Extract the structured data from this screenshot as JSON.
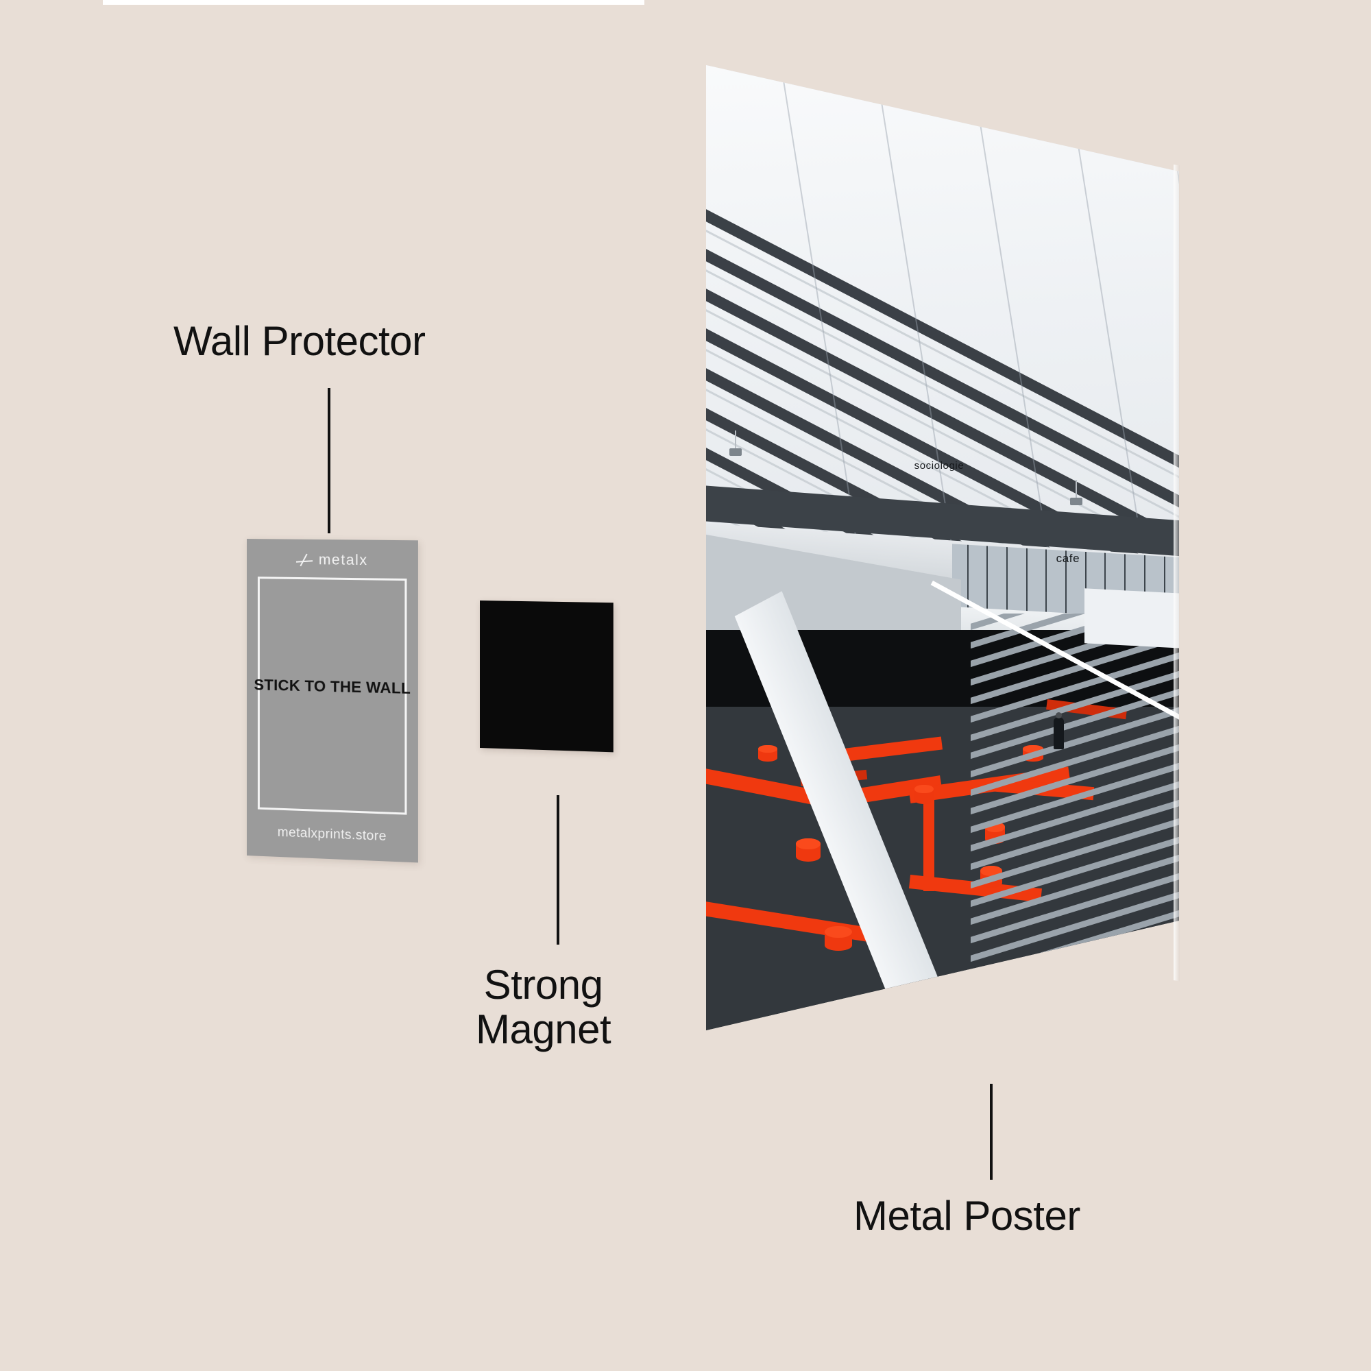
{
  "background_color": "#e8ded6",
  "callouts": [
    {
      "id": "wall-protector",
      "label": "Wall Protector"
    },
    {
      "id": "strong-magnet",
      "label": "Strong\nMagnet"
    },
    {
      "id": "metal-poster",
      "label": "Metal Poster"
    }
  ],
  "wall_protector": {
    "brand": "metalx",
    "brand_mark": "slanted-cross-icon",
    "headline": "STICK TO THE WALL",
    "url": "metalxprints.store",
    "sheet_color": "#9b9b9b",
    "text_color": "#121212",
    "accent_color": "#f2f2f2"
  },
  "magnet": {
    "label": "Strong Magnet",
    "color": "#0a0a0a"
  },
  "poster": {
    "label": "Metal Poster",
    "subject": "modern-architecture-interior",
    "signage": [
      {
        "text": "sociologie"
      },
      {
        "text": "cafe"
      }
    ],
    "accent_color": "#f0390f",
    "scene": {
      "ceiling": "diagonal-slatted-ceiling",
      "lower_level": "dark-sunken-court",
      "sculpture": "red-branching-bench",
      "stairs": "white-concrete-staircase",
      "figure": "person-walking-up-stairs"
    }
  }
}
